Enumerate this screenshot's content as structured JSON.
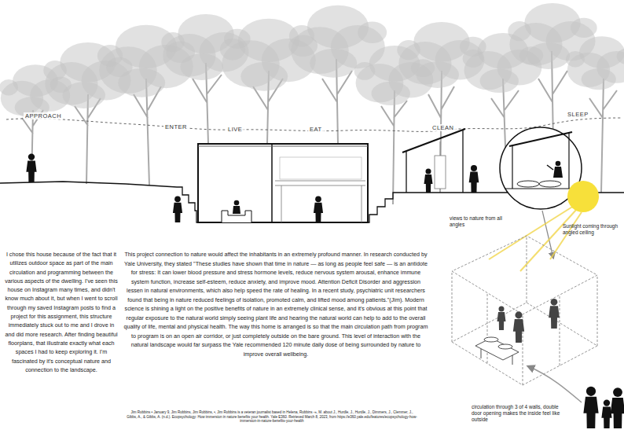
{
  "diagram": {
    "labels": [
      "APPROACH",
      "ENTER",
      "LIVE",
      "EAT",
      "CLEAN",
      "SLEEP",
      "I chose this house because of the fact that it utilizes outdoor space as part of the main circulation and programming between the various aspects of the dwelling. I've seen this house on Instagram many times, and didn't know much about it, but when I went to scroll through my saved Instagram posts to find a project for this assignment, this structure immediately stuck out to me and I drove in and did more research. After finding beautiful floorplans, that illustrate exactly what each spaces I had to keep exploring it. I'm fascinated by it's conceptual nature and connection to the landscape.",
      "This project connection to nature would affect the inhabitants in an extremely profound manner. In research conducted by Yale University, they stated \"These studies have shown that time in nature — as long as people feel safe — is an antidote for stress: It can lower blood pressure and stress hormone levels, reduce nervous system arousal, enhance immune system function, increase self-esteem, reduce anxiety, and improve mood. Attention Deficit Disorder and aggression lessen in natural environments, which also help speed the rate of healing. In a recent study, psychiatric unit researchers found that being in nature reduced feelings of isolation, promoted calm, and lifted mood among patients.\"(Jim). Modern science is shining a light on the positive benefits of nature in an extremely clinical sense, and it's obvious at this point that regular exposure to the natural world simply seeing plant life and hearing the natural world can help to add to the overall quality of life, mental and physical health. The way this home is arranged is so that the main circulation path from program to program is on an open air corridor, or just completely outside on the bare ground. This level of interaction with the natural landscape would far surpass the Yale recommended 120 minute daily dose of being surrounded by nature to improve overall wellbeing.",
      "Jim Robbins • January 9, Jim Robbins, Jim Robbins, •, Jim Robbins is a veteran journalist based in Helena, Robbins -», M. about J., Hurdle, J., Hurdle, J., Dimmers, J., Clemmer, J., Gibbs, A., & Gibbs, A. (n.d.). Ecopsychology: How immersion in nature benefits your health. Yale E360. Retrieved March 8, 2023, from https://e360.yale.edu/features/ecopsychology-how-immersion-in-nature-benefits-your-health",
      "views to nature from all angles",
      "Sunlight coming through angled ceiling",
      "circulation through 3 of 4 walls, double door opening makes the inside feel like outside"
    ]
  }
}
